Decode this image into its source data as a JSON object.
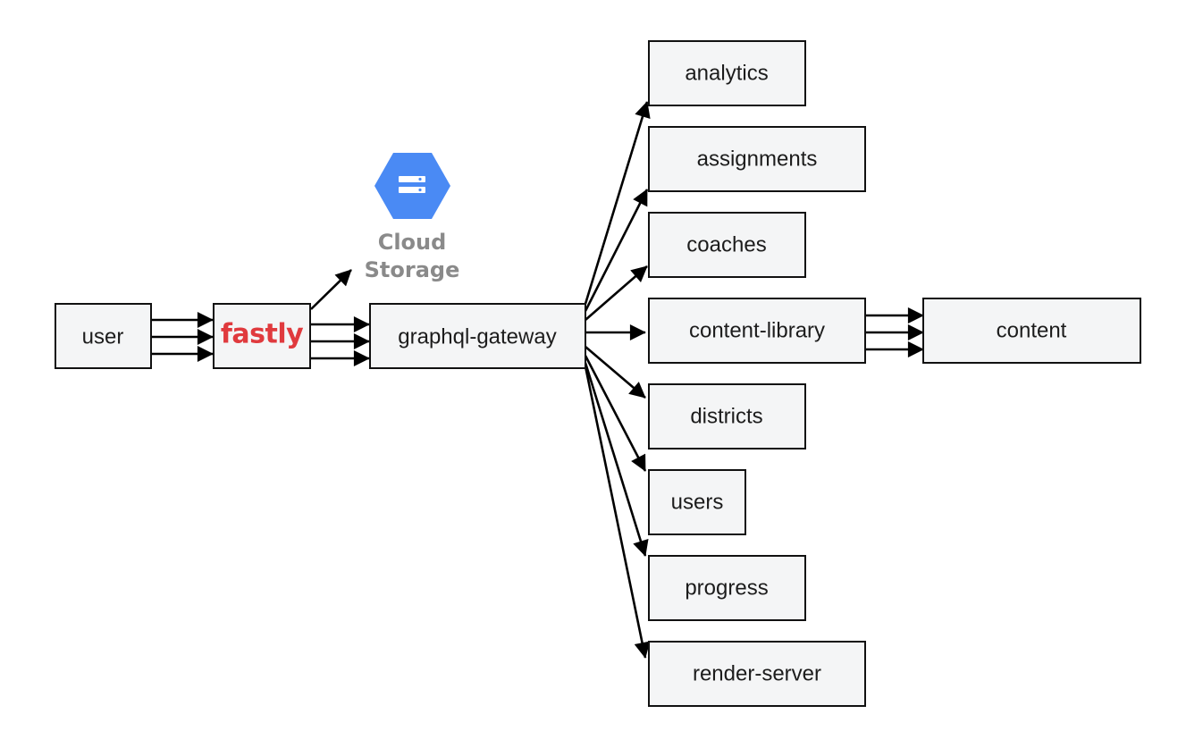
{
  "nodes": {
    "user": "user",
    "gateway": "graphql-gateway",
    "analytics": "analytics",
    "assignments": "assignments",
    "coaches": "coaches",
    "content_library": "content-library",
    "content": "content",
    "districts": "districts",
    "users": "users",
    "progress": "progress",
    "render_server": "render-server"
  },
  "cdn": {
    "logo_text": "fastly",
    "logo_color": "#e03a3e"
  },
  "storage": {
    "line1": "Cloud",
    "line2": "Storage",
    "icon": "cloud-storage-icon",
    "icon_color": "#4a8af4",
    "label_color": "#8a8a8a"
  },
  "colors": {
    "node_fill": "#f4f5f6",
    "node_stroke": "#111111",
    "edge": "#000000"
  }
}
